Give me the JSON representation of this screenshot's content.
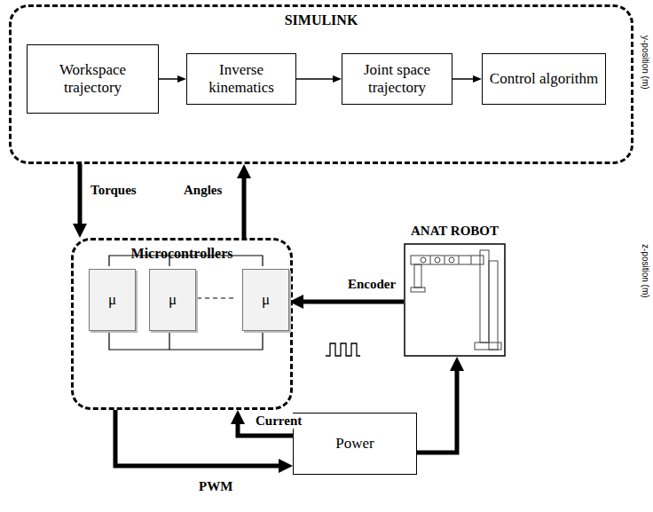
{
  "diagram": {
    "nodes": [
      {
        "text": [
          "SIMULINK"
        ]
      },
      {
        "text": [
          "Workspace trajectory"
        ],
        "in": 0
      },
      {
        "text": [
          "Inverse kinematics"
        ],
        "in": 0
      },
      {
        "text": [
          "Joint space trajectory"
        ],
        "in": 0
      },
      {
        "text": [
          "Control algorithm"
        ],
        "in": 0
      },
      {
        "text": [
          "Microcontrollers"
        ]
      },
      {
        "text": [
          "μ"
        ],
        "in": 5
      },
      {
        "text": [
          "μ"
        ],
        "in": 5
      },
      {
        "text": [
          "μ"
        ],
        "in": 5
      },
      {
        "text": [
          "ANAT ROBOT"
        ]
      },
      {
        "text": [
          "Power"
        ]
      }
    ],
    "edges": [
      {
        "from": 1,
        "to": 2,
        "arrow": "to"
      },
      {
        "from": 2,
        "to": 3,
        "arrow": "to"
      },
      {
        "from": 3,
        "to": 4,
        "arrow": "to"
      },
      {
        "from": 0,
        "to": 5,
        "label": "Torques",
        "arrow": "to"
      },
      {
        "from": 5,
        "to": 0,
        "label": "Angles",
        "arrow": "to"
      },
      {
        "from": 9,
        "to": 8,
        "label": "Encoder",
        "arrow": "to"
      },
      {
        "from": 10,
        "to": 5,
        "label": "Current",
        "arrow": "to"
      },
      {
        "from": 5,
        "to": 10,
        "label": "PWM",
        "arrow": "to"
      },
      {
        "from": 10,
        "to": 9,
        "arrow": "to"
      }
    ],
    "labels": [
      "y-position (m)",
      "z-position (m)"
    ]
  }
}
